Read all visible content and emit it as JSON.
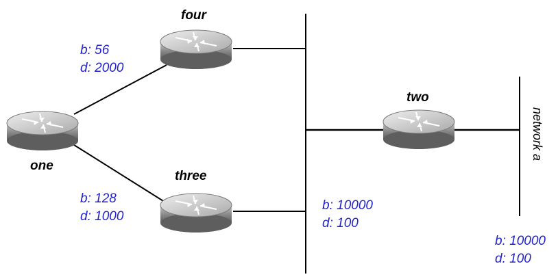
{
  "diagram": {
    "colors": {
      "metric_text": "#2222cc",
      "link": "#000000",
      "label": "#000000"
    },
    "routers": [
      {
        "id": "one",
        "label": "one",
        "icon": "router-icon"
      },
      {
        "id": "two",
        "label": "two",
        "icon": "router-icon"
      },
      {
        "id": "three",
        "label": "three",
        "icon": "router-icon"
      },
      {
        "id": "four",
        "label": "four",
        "icon": "router-icon"
      }
    ],
    "links": [
      {
        "from": "one",
        "to": "four",
        "bandwidth": "b: 56",
        "delay": "d: 2000"
      },
      {
        "from": "one",
        "to": "three",
        "bandwidth": "b: 128",
        "delay": "d: 1000"
      },
      {
        "from": "four",
        "to": "segment",
        "bandwidth": "",
        "delay": ""
      },
      {
        "from": "three",
        "to": "segment",
        "bandwidth": "",
        "delay": ""
      },
      {
        "from": "segment",
        "to": "two",
        "bandwidth": "b: 10000",
        "delay": "d: 100"
      },
      {
        "from": "two",
        "to": "network-a",
        "bandwidth": "b: 10000",
        "delay": "d: 100"
      }
    ],
    "network": {
      "label": "network a"
    }
  }
}
